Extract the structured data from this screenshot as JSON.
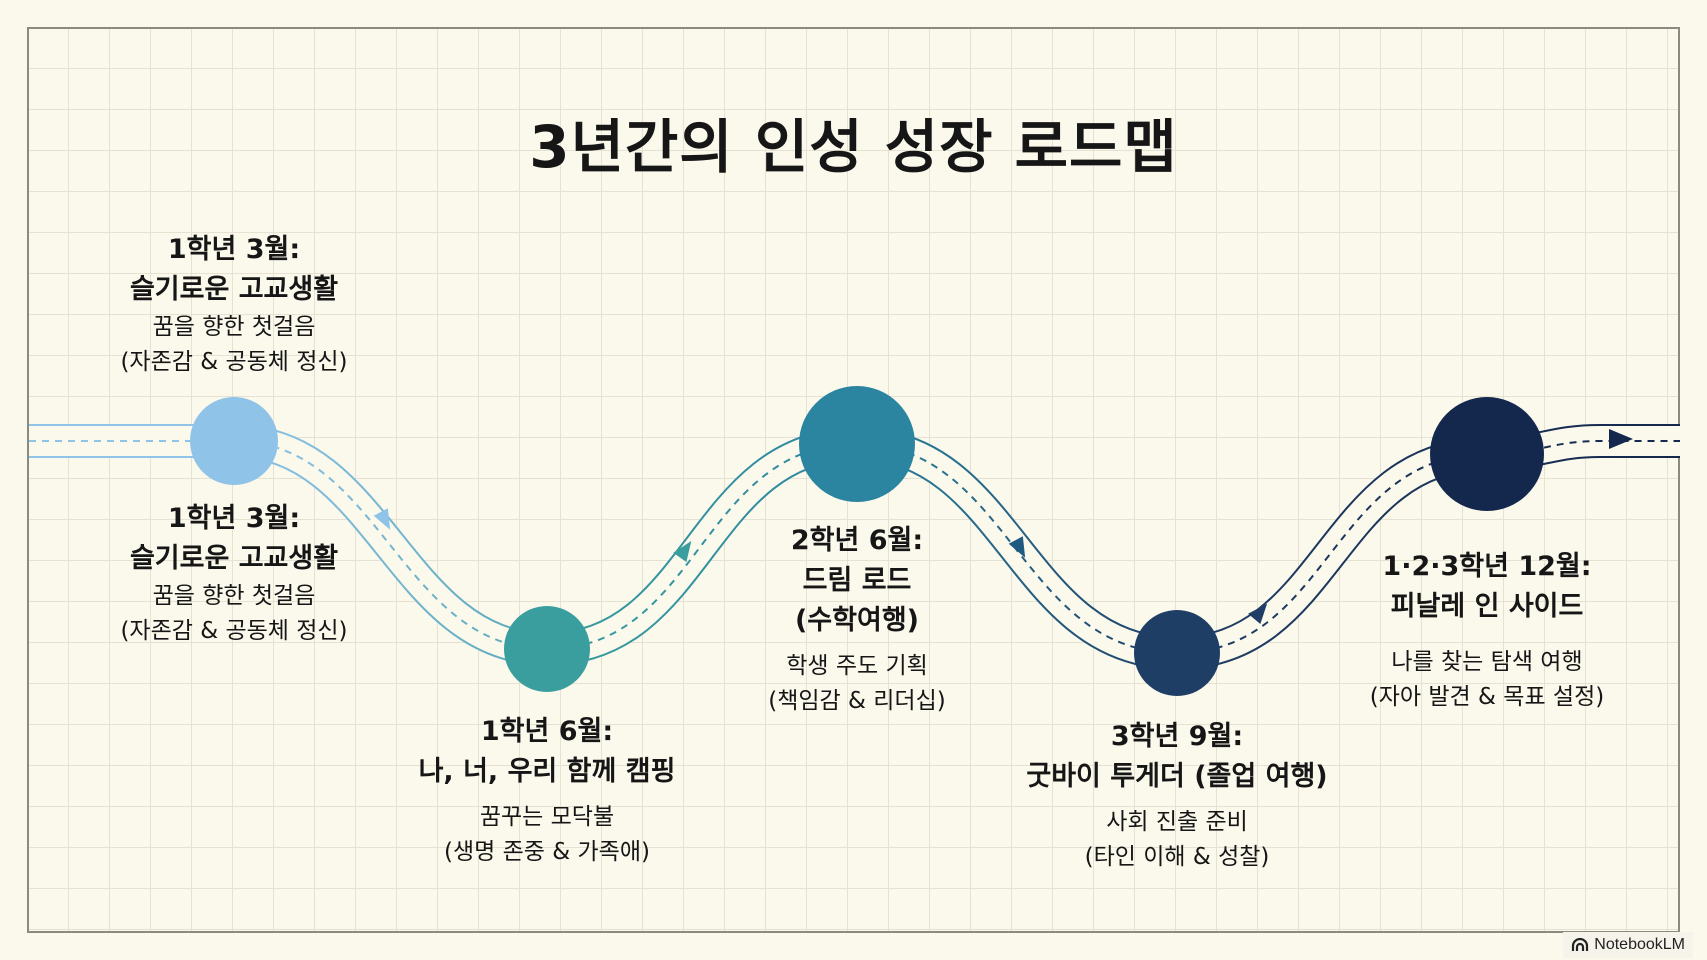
{
  "title": "3년간의 인성 성장 로드맵",
  "milestones": [
    {
      "heading1": "1학년 3월:",
      "heading2": "슬기로운 고교생활",
      "sub1": "꿈을 향한 첫걸음",
      "sub2": "(자존감 & 공동체 정신)",
      "color": "#8fc3e8"
    },
    {
      "heading1": "1학년 3월:",
      "heading2": "슬기로운 고교생활",
      "sub1": "꿈을 향한 첫걸음",
      "sub2": "(자존감 & 공동체 정신)",
      "color": "#8fc3e8"
    },
    {
      "heading1": "1학년 6월:",
      "heading2": "나, 너, 우리 함께 캠핑",
      "sub1": "꿈꾸는 모닥불",
      "sub2": "(생명 존중 & 가족애)",
      "color": "#3a9e9e"
    },
    {
      "heading1": "2학년 6월:",
      "heading2": "드림 로드",
      "heading3": "(수학여행)",
      "sub1": "학생 주도 기획",
      "sub2": "(책임감 & 리더십)",
      "color": "#2c85a0"
    },
    {
      "heading1": "3학년 9월:",
      "heading2": "굿바이 투게더 (졸업 여행)",
      "sub1": "사회 진출 준비",
      "sub2": "(타인 이해 & 성찰)",
      "color": "#1f3e66"
    },
    {
      "heading1": "1·2·3학년 12월:",
      "heading2": "피날레 인 사이드",
      "sub1": "나를 찾는 탐색 여행",
      "sub2": "(자아 발견 & 목표 설정)",
      "color": "#14284d"
    }
  ],
  "watermark": "NotebookLM"
}
